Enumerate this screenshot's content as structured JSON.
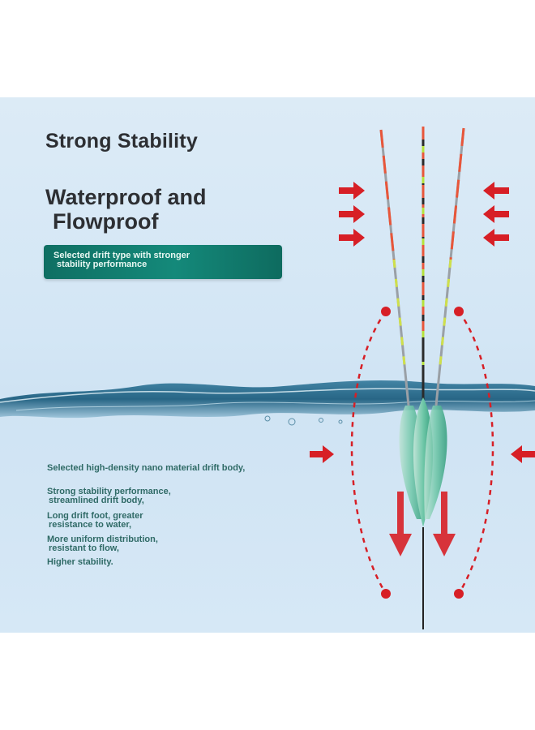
{
  "headline": "Strong Stability",
  "subheadline_line1": "Waterproof and",
  "subheadline_line2": "Flowproof",
  "banner_line1": "Selected drift type with stronger",
  "banner_line2": "stability performance",
  "features": [
    {
      "line1": "Selected high-density nano material drift body,",
      "line2": ""
    },
    {
      "line1": "Strong stability performance,",
      "line2": "streamlined drift body,"
    },
    {
      "line1": "Long drift foot, greater",
      "line2": "resistance to water,"
    },
    {
      "line1": "More uniform distribution,",
      "line2": "resistant to flow,"
    },
    {
      "line1": "Higher stability.",
      "line2": ""
    }
  ],
  "colors": {
    "background": "#d3e6f5",
    "banner": "#14897a",
    "arrow_red": "#d71f26",
    "headline": "#2d2f33",
    "feature_text": "#2f6a66"
  },
  "icons": [
    "arrow-right-icon",
    "arrow-left-icon",
    "arrow-down-icon",
    "fishing-float-icon",
    "water-wave-icon"
  ]
}
